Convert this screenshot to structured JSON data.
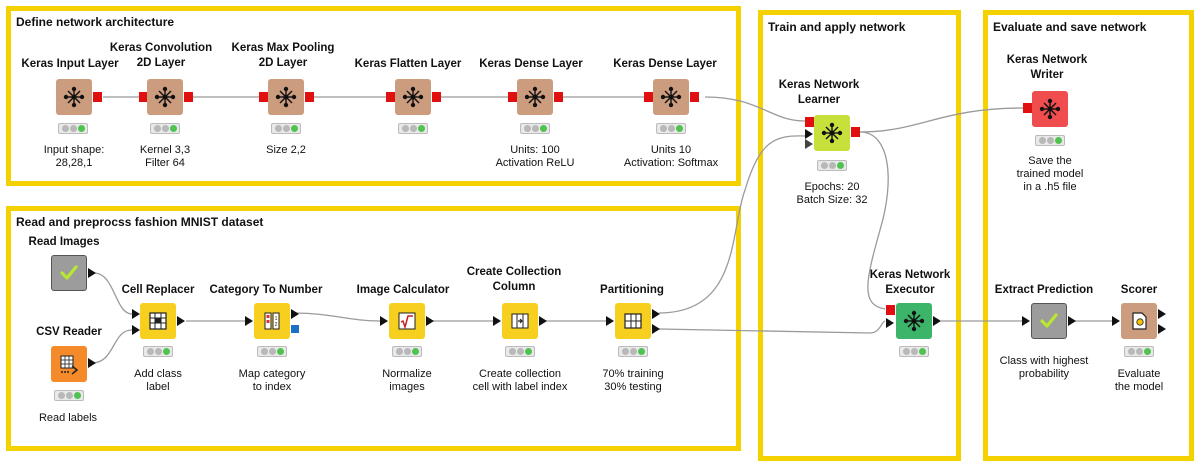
{
  "groups": [
    {
      "id": "define",
      "title": "Define network architecture"
    },
    {
      "id": "read",
      "title": "Read and preprocss fashion MNIST dataset"
    },
    {
      "id": "train",
      "title": "Train and apply network"
    },
    {
      "id": "evaluate",
      "title": "Evaluate and save network"
    }
  ],
  "nodes": [
    {
      "id": "input",
      "title": [
        "Keras Input Layer"
      ],
      "desc": [
        "Input shape:",
        "28,28,1"
      ],
      "icon": "network-icon"
    },
    {
      "id": "conv",
      "title": [
        "Keras Convolution",
        "2D Layer"
      ],
      "desc": [
        "Kernel 3,3",
        "Filter 64"
      ],
      "icon": "network-icon"
    },
    {
      "id": "pool",
      "title": [
        "Keras Max Pooling",
        "2D Layer"
      ],
      "desc": [
        "Size 2,2"
      ],
      "icon": "network-icon"
    },
    {
      "id": "flatten",
      "title": [
        "Keras Flatten Layer"
      ],
      "desc": [],
      "icon": "network-icon"
    },
    {
      "id": "dense1",
      "title": [
        "Keras Dense Layer"
      ],
      "desc": [
        "Units: 100",
        "Activation ReLU"
      ],
      "icon": "network-icon"
    },
    {
      "id": "dense2",
      "title": [
        "Keras Dense Layer"
      ],
      "desc": [
        "Units 10",
        "Activation: Softmax"
      ],
      "icon": "network-icon"
    },
    {
      "id": "learner",
      "title": [
        "Keras Network",
        "Learner"
      ],
      "desc": [
        "Epochs: 20",
        "Batch Size: 32"
      ],
      "icon": "network-icon"
    },
    {
      "id": "writer",
      "title": [
        "Keras Network",
        "Writer"
      ],
      "desc": [
        "Save the",
        "trained model",
        "in a .h5 file"
      ],
      "icon": "network-icon"
    },
    {
      "id": "executor",
      "title": [
        "Keras Network",
        "Executor"
      ],
      "desc": [],
      "icon": "network-icon"
    },
    {
      "id": "readimages",
      "title": [
        "Read Images"
      ],
      "desc": [],
      "icon": "checkmark-icon"
    },
    {
      "id": "csvreader",
      "title": [
        "CSV Reader"
      ],
      "desc": [
        "Read labels"
      ],
      "icon": "table-read-icon"
    },
    {
      "id": "cellreplacer",
      "title": [
        "Cell Replacer"
      ],
      "desc": [
        "Add class",
        "label"
      ],
      "icon": "cell-replace-icon"
    },
    {
      "id": "cat2num",
      "title": [
        "Category To Number"
      ],
      "desc": [
        "Map category",
        "to index"
      ],
      "icon": "category-icon"
    },
    {
      "id": "imgcalc",
      "title": [
        "Image Calculator"
      ],
      "desc": [
        "Normalize",
        "images"
      ],
      "icon": "sqrt-icon"
    },
    {
      "id": "collection",
      "title": [
        "Create Collection",
        "Column"
      ],
      "desc": [
        "Create collection",
        "cell with label index"
      ],
      "icon": "collection-icon"
    },
    {
      "id": "partition",
      "title": [
        "Partitioning"
      ],
      "desc": [
        "70% training",
        "30% testing"
      ],
      "icon": "partition-icon"
    },
    {
      "id": "extract",
      "title": [
        "Extract Prediction"
      ],
      "desc": [
        "Class with highest",
        "probability"
      ],
      "icon": "checkmark-icon"
    },
    {
      "id": "scorer",
      "title": [
        "Scorer"
      ],
      "desc": [
        "Evaluate",
        "the model"
      ],
      "icon": "scorer-icon"
    }
  ],
  "colors": {
    "annotation_border": "#f5d100",
    "keras_node": "#cc9c7f",
    "writer_node": "#f04e4e",
    "executor_node": "#3cb56a",
    "learner_node": "#c8e03b",
    "manipulator_node": "#f7cf1e",
    "source_node": "#f58a2a",
    "metanode": "#9c9c9c",
    "network_port": "#e01010",
    "status_ok": "#4fc24f"
  }
}
